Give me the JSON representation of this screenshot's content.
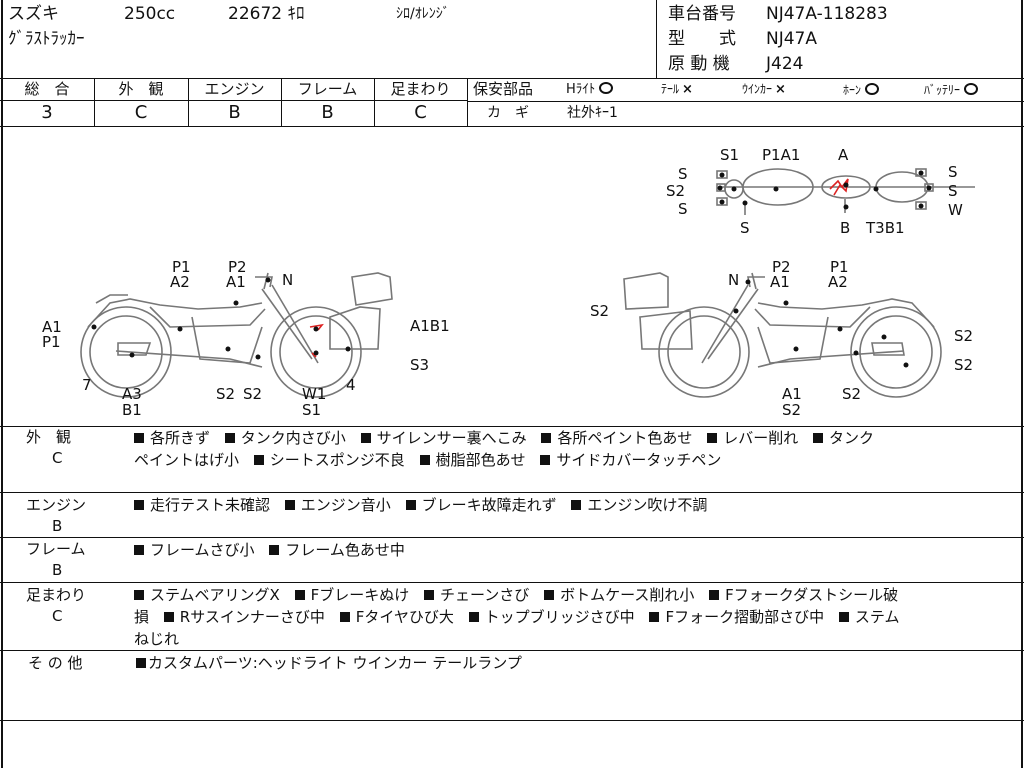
{
  "header": {
    "maker": "スズキ",
    "displacement": "250cc",
    "mileage": "22672 ｷﾛ",
    "color": "ｼﾛ/ｵﾚﾝｼﾞ",
    "model_name": "ｸﾞﾗｽﾄﾗｯｶｰ",
    "frame_label": "車台番号",
    "frame_value": "NJ47A-118283",
    "type_label": "型　　式",
    "type_value": "NJ47A",
    "engine_label": "原 動 機",
    "engine_value": "J424"
  },
  "grades": [
    {
      "label": "総　合",
      "value": "3"
    },
    {
      "label": "外　観",
      "value": "C"
    },
    {
      "label": "エンジン",
      "value": "B"
    },
    {
      "label": "フレーム",
      "value": "B"
    },
    {
      "label": "足まわり",
      "value": "C"
    }
  ],
  "safety": {
    "title": "保安部品",
    "items": [
      {
        "label": "Hﾗｲﾄ",
        "mark": "circle"
      },
      {
        "label": "ﾃｰﾙ",
        "mark": "x"
      },
      {
        "label": "ｳｲﾝｶｰ",
        "mark": "x"
      },
      {
        "label": "ﾎｰﾝ",
        "mark": "circle"
      },
      {
        "label": "ﾊﾞｯﾃﾘｰ",
        "mark": "circle"
      }
    ],
    "key_label": "カ　ギ",
    "key_value": "社外ｷｰ1"
  },
  "diagram": {
    "top": {
      "labels": [
        "S1",
        "P1A1",
        "A",
        "S",
        "S2",
        "S",
        "S",
        "S",
        "S",
        "W",
        "B",
        "T3B1"
      ]
    },
    "left": {
      "labels": [
        "P1",
        "A2",
        "P2",
        "A1",
        "N",
        "A1",
        "P1",
        "A1B1",
        "S3",
        "7",
        "A3",
        "B1",
        "S2",
        "S2",
        "W1",
        "S1",
        "4"
      ]
    },
    "right": {
      "labels": [
        "N",
        "P2",
        "A1",
        "P1",
        "A2",
        "S2",
        "S2",
        "S2",
        "A1",
        "S2",
        "S2"
      ]
    }
  },
  "notes": [
    {
      "label": "外　観",
      "grade": "C",
      "lines": [
        [
          "各所きず",
          "タンク内さび小",
          "サイレンサー裏へこみ",
          "各所ペイント色あせ",
          "レバー削れ",
          "タンク"
        ],
        [
          "ペイントはげ小",
          "シートスポンジ不良",
          "樹脂部色あせ",
          "サイドカバータッチペン"
        ]
      ]
    },
    {
      "label": "エンジン",
      "grade": "B",
      "lines": [
        [
          "走行テスト未確認",
          "エンジン音小",
          "ブレーキ故障走れず",
          "エンジン吹け不調"
        ]
      ]
    },
    {
      "label": "フレーム",
      "grade": "B",
      "lines": [
        [
          "フレームさび小",
          "フレーム色あせ中"
        ]
      ]
    },
    {
      "label": "足まわり",
      "grade": "C",
      "lines": [
        [
          "ステムベアリングX",
          "Fブレーキぬけ",
          "チェーンさび",
          "ボトムケース削れ小",
          "Fフォークダストシール破"
        ],
        [
          "損",
          "Rサスインナーさび中",
          "Fタイヤひび大",
          "トップブリッジさび中",
          "Fフォーク摺動部さび中",
          "ステム"
        ],
        [
          "ねじれ"
        ]
      ]
    },
    {
      "label": "そ の 他",
      "grade": "",
      "lines": [
        [
          "カスタムパーツ:ヘッドライト ウインカー テールランプ"
        ]
      ]
    }
  ]
}
